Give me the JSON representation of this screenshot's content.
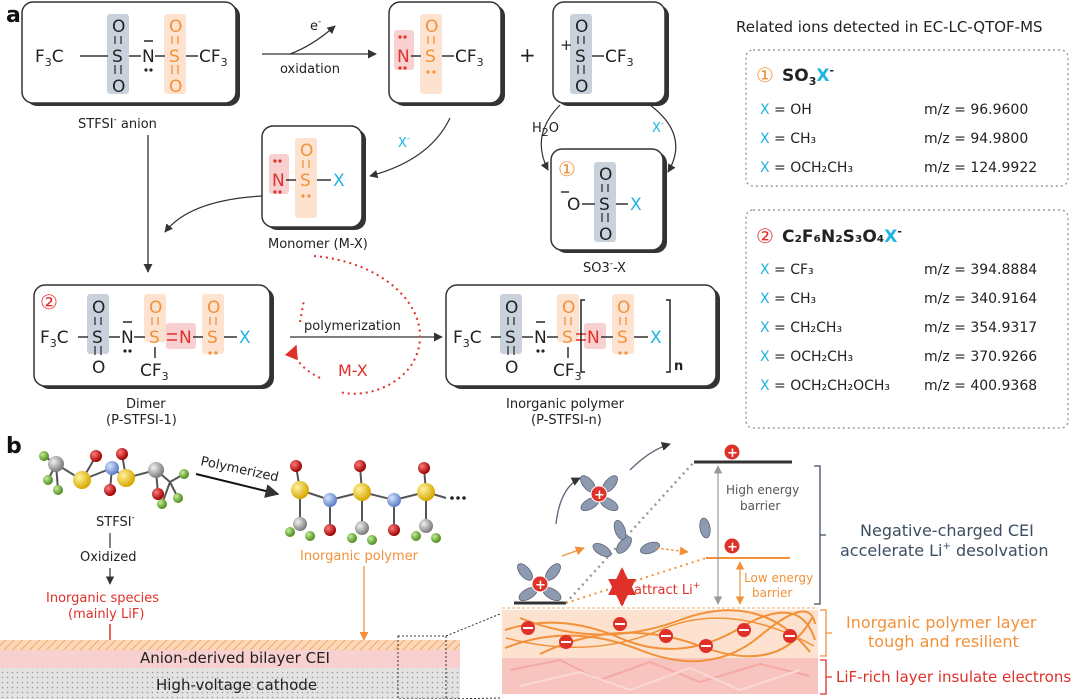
{
  "panel_labels": {
    "a": "a",
    "b": "b"
  },
  "atoms": {
    "F": "F",
    "C": "C",
    "S": "S",
    "N": "N",
    "O": "O",
    "X": "X",
    "CF": "CF",
    "n": "n",
    "three": "3"
  },
  "reaction": {
    "electron": "e",
    "electron_sup": "-",
    "oxidation": "oxidation",
    "plus": "+",
    "x_minus": "X",
    "x_minus_sup": "-",
    "water": "H",
    "water_2": "2",
    "water_o": "O",
    "polymerization": "polymerization",
    "mx_loop": "M-X"
  },
  "captions": {
    "stfsi_anion": "STFSI",
    "stfsi_anion_sup": "-",
    "stfsi_anion_rest": " anion",
    "monomer": "Monomer (M-X)",
    "so3x": "SO3",
    "so3x_sup": "-",
    "so3x_rest": "-X",
    "dimer": "Dimer",
    "dimer_sub": "(P-STFSI-1)",
    "polymer": "Inorganic polymer",
    "polymer_sub": "(P-STFSI-n)"
  },
  "markers": {
    "one": "①",
    "two": "②"
  },
  "ions_header": "Related ions detected in EC-LC-QTOF-MS",
  "ion_group1": {
    "formula_base": "SO",
    "formula_sub": "3",
    "formula_x": "X",
    "formula_sup": "-",
    "rows": [
      {
        "x": "X",
        "eq": " = OH",
        "mz": "m/z = 96.9600"
      },
      {
        "x": "X",
        "eq": " = CH₃",
        "mz": "m/z = 94.9800"
      },
      {
        "x": "X",
        "eq": " = OCH₂CH₃",
        "mz": "m/z = 124.9922"
      }
    ]
  },
  "ion_group2": {
    "formula": "C₂F₆N₂S₃O₄",
    "formula_x": "X",
    "formula_sup": "-",
    "rows": [
      {
        "x": "X",
        "eq": " = CF₃",
        "mz": "m/z = 394.8884"
      },
      {
        "x": "X",
        "eq": " = CH₃",
        "mz": "m/z = 340.9164"
      },
      {
        "x": "X",
        "eq": " = CH₂CH₃",
        "mz": "m/z = 354.9317"
      },
      {
        "x": "X",
        "eq": " = OCH₂CH₃",
        "mz": "m/z = 370.9266"
      },
      {
        "x": "X",
        "eq": " = OCH₂CH₂OCH₃",
        "mz": "m/z = 400.9368"
      }
    ]
  },
  "panel_b": {
    "stfsi": "STFSI",
    "stfsi_sup": "-",
    "oxidized": "Oxidized",
    "inorganic_species": "Inorganic species",
    "inorganic_species_2": "(mainly LiF)",
    "polymerized": "Polymerized",
    "inorganic_polymer": "Inorganic polymer",
    "bilayer": "Anion-derived bilayer CEI",
    "cathode": "High-voltage cathode",
    "high_barrier": "High energy",
    "high_barrier_2": "barrier",
    "low_barrier": "Low energy",
    "low_barrier_2": "barrier",
    "attract": "attract Li",
    "attract_sup": "+",
    "neg_cei": "Negative-charged CEI",
    "accel": "accelerate Li",
    "accel_sup": "+",
    "accel_rest": " desolvation",
    "poly_layer": "Inorganic polymer layer",
    "tough": "tough and resilient",
    "lif_layer": "LiF-rich layer insulate electrons"
  },
  "colors": {
    "gray_box": "#c9d2dc",
    "orange_box": "#fde3cf",
    "red_box": "#f9d0d0",
    "orange": "#f2913a",
    "red": "#e0302a",
    "cyan": "#1fb3e6",
    "blue_gray": "#3d4e60"
  }
}
